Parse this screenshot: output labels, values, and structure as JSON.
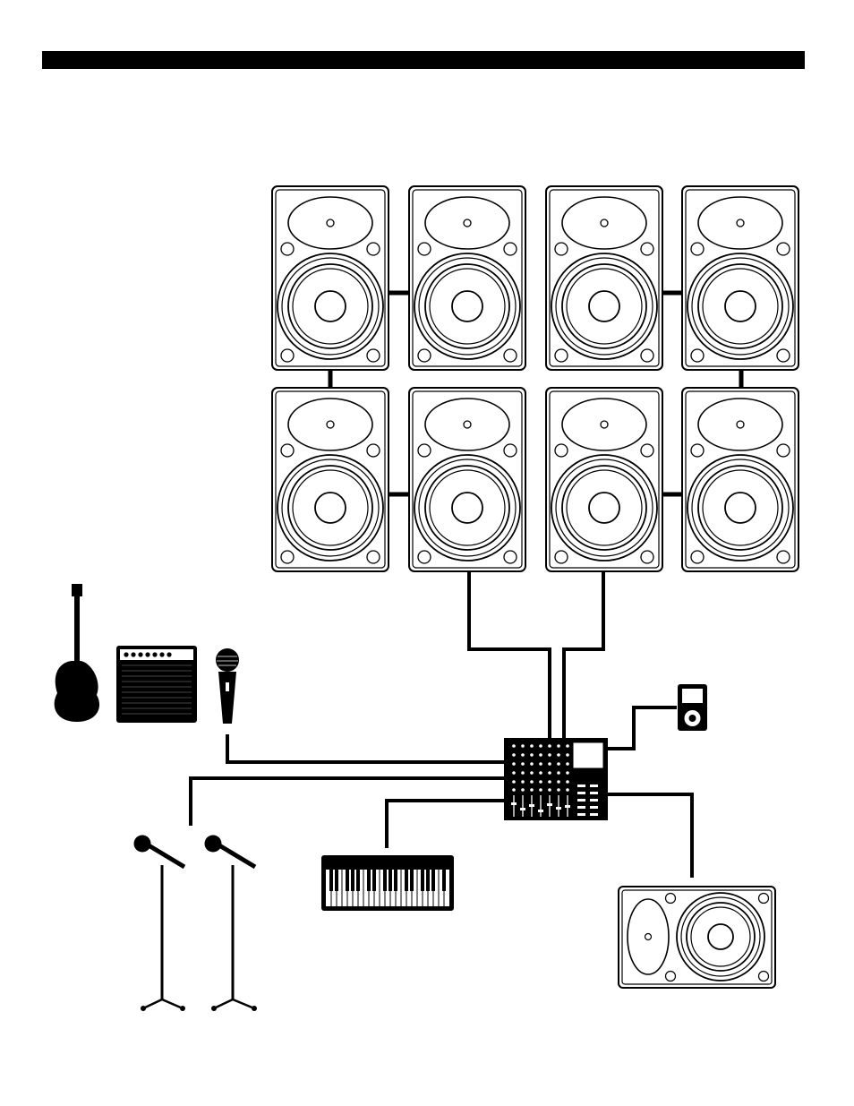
{
  "colors": {
    "ink": "#000000",
    "paper": "#ffffff"
  },
  "devices": {
    "speaker_array": {
      "icon": "full-range-speaker-icon",
      "rows": 2,
      "columns": 4
    },
    "guitar": {
      "icon": "electric-guitar-icon"
    },
    "guitar_amp": {
      "icon": "guitar-amplifier-icon"
    },
    "handheld_mic": {
      "icon": "handheld-microphone-icon"
    },
    "stand_mics": {
      "icon": "microphone-on-stand-icon",
      "count": 2
    },
    "keyboard": {
      "icon": "keyboard-synth-icon"
    },
    "mixer": {
      "icon": "powered-mixer-icon"
    },
    "media_player": {
      "icon": "portable-media-player-icon"
    },
    "floor_monitor": {
      "icon": "stage-monitor-wedge-icon"
    }
  }
}
